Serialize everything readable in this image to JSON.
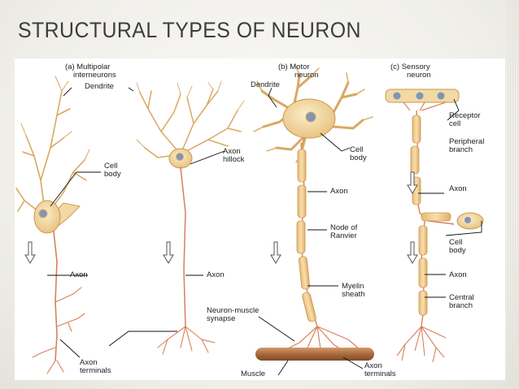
{
  "slide": {
    "title": "STRUCTURAL TYPES OF NEURON"
  },
  "figure": {
    "panel_a_heading_1": "(a) Multipolar",
    "panel_a_heading_2": "interneurons",
    "panel_b_heading_1": "(b) Motor",
    "panel_b_heading_2": "neuron",
    "panel_c_heading_1": "(c) Sensory",
    "panel_c_heading_2": "neuron",
    "labels": {
      "dendrite_a": "Dendrite",
      "cell_body_a_1": "Cell",
      "cell_body_a_2": "body",
      "axon_a_left": "Axon",
      "axon_a_right": "Axon",
      "axon_hillock_1": "Axon",
      "axon_hillock_2": "hillock",
      "axon_terminals_a_1": "Axon",
      "axon_terminals_a_2": "terminals",
      "dendrite_b": "Dendrite",
      "cell_body_b_1": "Cell",
      "cell_body_b_2": "body",
      "axon_b": "Axon",
      "node_ranvier_1": "Node of",
      "node_ranvier_2": "Ranvier",
      "myelin_sheath_1": "Myelin",
      "myelin_sheath_2": "sheath",
      "neuron_muscle_1": "Neuron-muscle",
      "neuron_muscle_2": "synapse",
      "muscle": "Muscle",
      "axon_terminals_b_1": "Axon",
      "axon_terminals_b_2": "terminals",
      "receptor_cell_1": "Receptor",
      "receptor_cell_2": "cell",
      "peripheral_branch_1": "Peripheral",
      "peripheral_branch_2": "branch",
      "axon_c_upper": "Axon",
      "cell_body_c_1": "Cell",
      "cell_body_c_2": "body",
      "axon_c_lower": "Axon",
      "central_branch_1": "Central",
      "central_branch_2": "branch"
    },
    "colors": {
      "neuron_fill": "#f3d9a4",
      "neuron_stroke": "#b98a44",
      "axon": "#d9805c",
      "myelin": "#f0c98a",
      "nucleus": "#7f95b8",
      "muscle": "#b5764a",
      "leader": "#111111"
    }
  }
}
